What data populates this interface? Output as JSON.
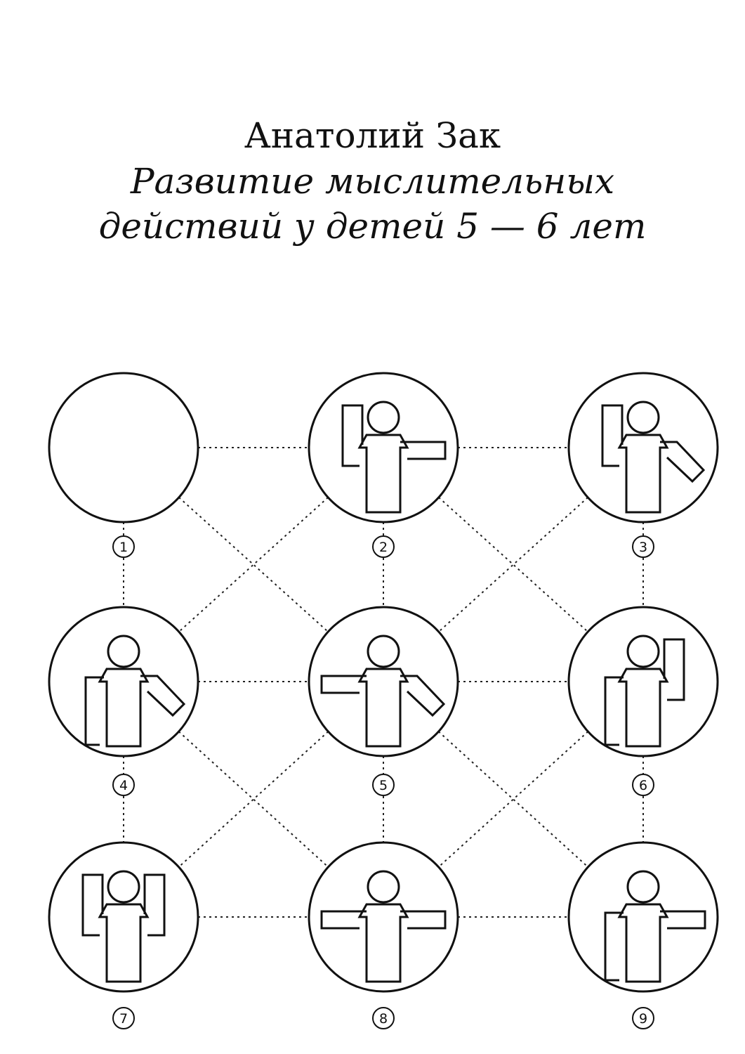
{
  "cover": {
    "author": "Анатолий Зак",
    "title_line_1": "Развитие мыслительных",
    "title_line_2": "действий у детей 5 — 6 лет"
  },
  "puzzle": {
    "cells": [
      {
        "number": "1",
        "pose": "empty"
      },
      {
        "number": "2",
        "pose": "left-arm-up-right-arm-horizontal"
      },
      {
        "number": "3",
        "pose": "left-arm-up-right-arm-diagonal"
      },
      {
        "number": "4",
        "pose": "left-arm-down-right-arm-diagonal"
      },
      {
        "number": "5",
        "pose": "left-arm-horizontal-right-arm-diagonal"
      },
      {
        "number": "6",
        "pose": "left-arm-down-right-arm-up"
      },
      {
        "number": "7",
        "pose": "both-arms-up"
      },
      {
        "number": "8",
        "pose": "both-arms-horizontal"
      },
      {
        "number": "9",
        "pose": "left-arm-down-right-arm-horizontal"
      }
    ]
  },
  "colors": {
    "ink": "#111111",
    "background": "#ffffff"
  }
}
